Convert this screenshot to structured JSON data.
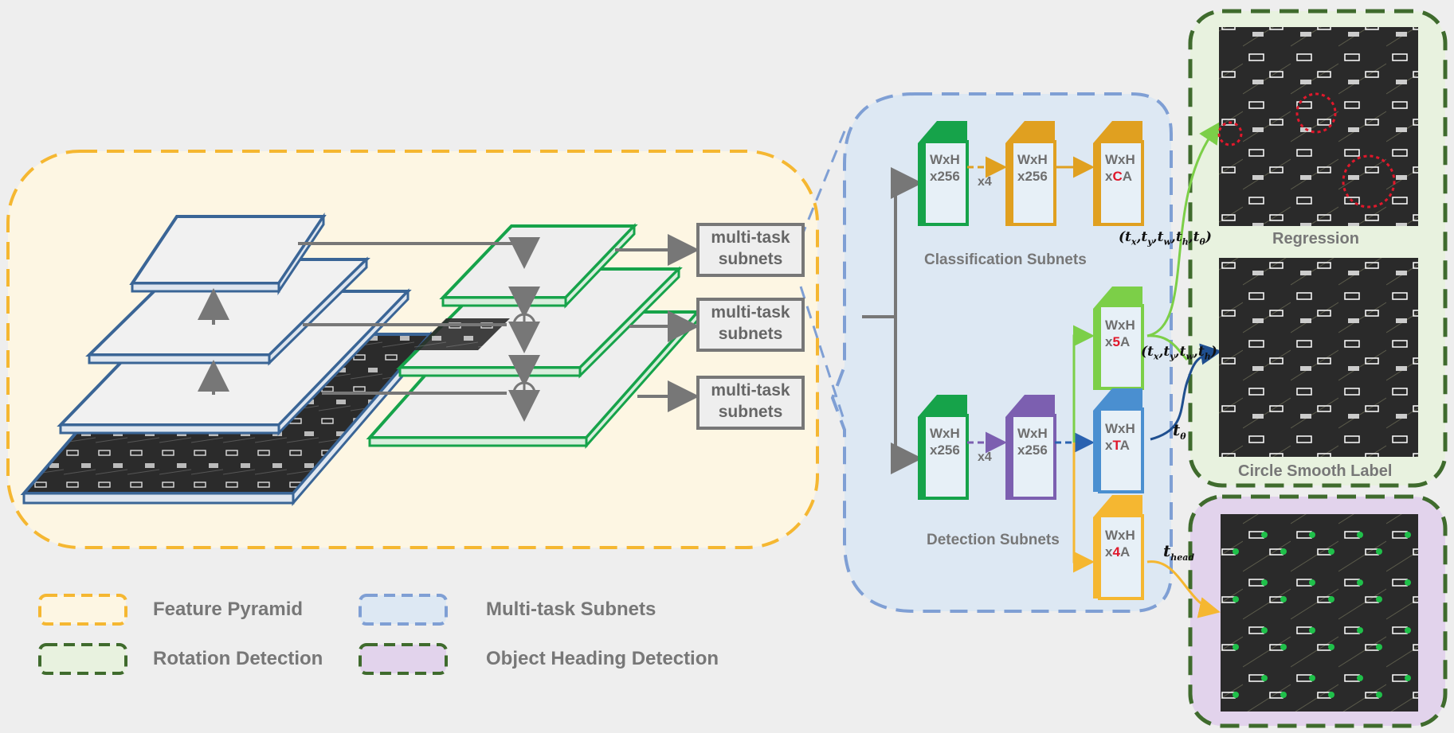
{
  "pyramid": {
    "subnet_boxes": [
      {
        "line1": "multi-task",
        "line2": "subnets"
      },
      {
        "line1": "multi-task",
        "line2": "subnets"
      },
      {
        "line1": "multi-task",
        "line2": "subnets"
      }
    ]
  },
  "subnets": {
    "classification": {
      "title": "Classification Subnets",
      "blocks": [
        {
          "line1": "WxH",
          "line2": "x256"
        },
        {
          "line1": "WxH",
          "line2": "x256"
        },
        {
          "line1": "WxH",
          "line2_pre": "x",
          "line2_hl": "C",
          "line2_post": "A"
        }
      ],
      "repeat": "x4"
    },
    "detection": {
      "title": "Detection Subnets",
      "blocks": [
        {
          "line1": "WxH",
          "line2": "x256"
        },
        {
          "line1": "WxH",
          "line2": "x256"
        }
      ],
      "repeat": "x4",
      "heads": [
        {
          "line1": "WxH",
          "line2_pre": "x",
          "line2_hl": "5",
          "line2_post": "A"
        },
        {
          "line1": "WxH",
          "line2_pre": "x",
          "line2_hl": "T",
          "line2_post": "A"
        },
        {
          "line1": "WxH",
          "line2_pre": "x",
          "line2_hl": "4",
          "line2_post": "A"
        }
      ]
    }
  },
  "outputs": {
    "regression_title": "Regression",
    "csl_title": "Circle Smooth Label",
    "t_theta": "t",
    "t_theta_sub": "θ",
    "t_head": "t",
    "t_head_sub": "head"
  },
  "legend": {
    "items": [
      {
        "label": "Feature Pyramid",
        "fill": "#fdf6e3",
        "stroke": "#f5b731"
      },
      {
        "label": "Multi-task Subnets",
        "fill": "#dde8f3",
        "stroke": "#7f9fd4"
      },
      {
        "label": "Rotation Detection",
        "fill": "#e8f2df",
        "stroke": "#3f6b2d"
      },
      {
        "label": "Object Heading Detection",
        "fill": "#e2d3ec",
        "stroke": "#3f6b2d"
      }
    ]
  },
  "colors": {
    "pyramid_blue": "#3a6596",
    "fpn_green": "#16a34a",
    "cls_orange": "#e0a020",
    "det_purple": "#7c5fb0",
    "reg_green": "#7ccf48",
    "csl_blue": "#4a8fd0",
    "head_yellow": "#f5b731",
    "highlight_red": "#e0182b",
    "arrow_gray": "#777777"
  }
}
